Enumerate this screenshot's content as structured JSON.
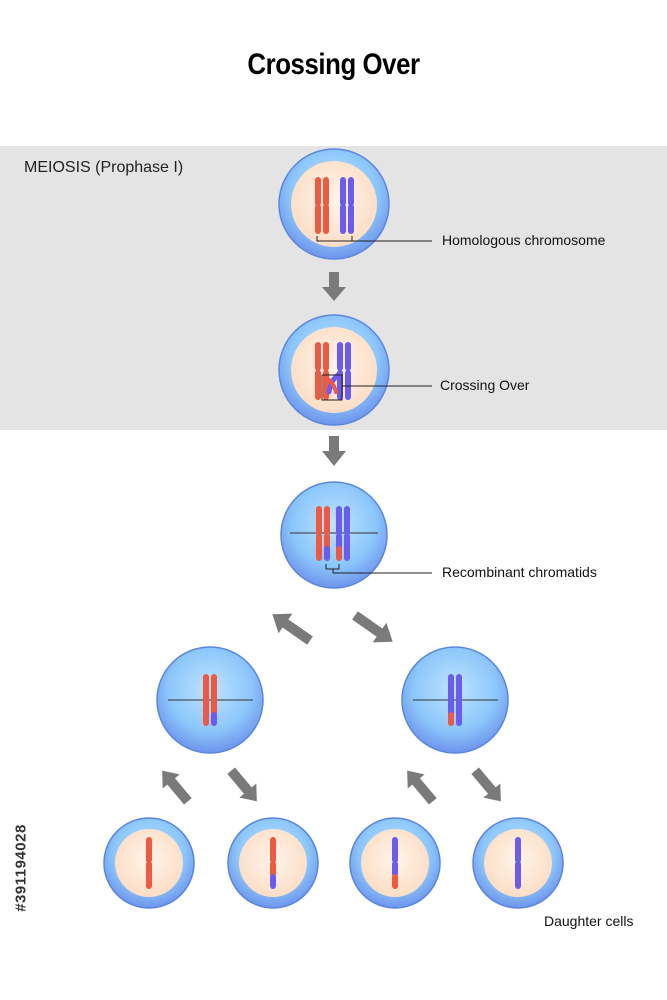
{
  "title": "Crossing Over",
  "stage_label": "MEIOSIS (Prophase I)",
  "labels": {
    "homologous": "Homologous chromosome",
    "crossing": "Crossing Over",
    "recombinant": "Recombinant chromatids",
    "daughter": "Daughter cells"
  },
  "stock_id": "#391194028",
  "colors": {
    "red_chromosome": "#f0583f",
    "blue_chromosome": "#6a5cf0",
    "nucleus": "#fde7d3",
    "cell_membrane": "#6fa6ea",
    "arrow": "#7a7a7a",
    "band": "#e4e4e4"
  }
}
